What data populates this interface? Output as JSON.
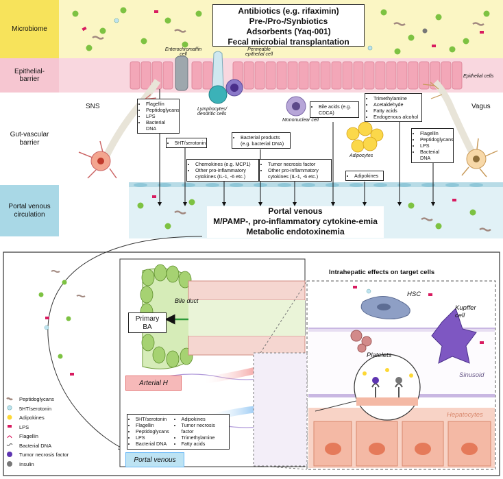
{
  "rows": {
    "microbiome": "Microbiome",
    "epithelial": "Epithelial-\nbarrier",
    "gut_vascular": "Gut-vascular\nbarrier",
    "portal": "Portal venous\ncirculation"
  },
  "top_box": {
    "line1": "Antibiotics (e.g. rifaximin)",
    "line2": "Pre-/Pro-/Synbiotics",
    "line3": "Adsorbents (Yaq-001)",
    "line4": "Fecal microbial transplantation"
  },
  "cell_labels": {
    "enterochromaffin": "Enterochromaffin cell",
    "permeable": "Permeable epithelial cell",
    "epithelial_cells": "Epithelial cells",
    "lymphocytes": "Lymphocytes/ dendritic cells",
    "mononuclear": "Mononuclear cell",
    "adipocytes": "Adipocytes",
    "sns": "SNS",
    "vagus": "Vagus"
  },
  "boxes": {
    "left_pamps": [
      "Flagellin",
      "Peptidoglycans",
      "LPS",
      "Bacterial DNA"
    ],
    "serotonin": "5HT/serotonin",
    "bacterial_products": "Bacterial products (e.g. bacterial DNA)",
    "chemokines": [
      "Chemokines (e.g. MCP1)",
      "Other pro-inflammatory cytokines (IL-1, -6 etc.)"
    ],
    "tnf": [
      "Tumor necrosis factor",
      "Other pro-inflammatory cytokines (IL-1, -6 etc.)"
    ],
    "bile_acids": "Bile acids (e.g. CDCA)",
    "metabolites": [
      "Trimethylamine",
      "Acetaldehyde",
      "Fatty acids",
      "Endogenous alcohol"
    ],
    "adipokines": "Adipokines",
    "right_pamps": [
      "Flagellin",
      "Peptidoglycans",
      "LPS",
      "Bacterial DNA"
    ]
  },
  "portal_box": {
    "line1": "Portal venous",
    "line2": "M/PAMP-, pro-inflammatory cytokine-emia",
    "line3": "Metabolic endotoxinemia"
  },
  "liver": {
    "bile_duct": "Bile duct",
    "primary_ba": "Primary BA",
    "arterial_h": "Arterial H",
    "portal_venous": "Portal venous",
    "intrahepatic_title": "Intrahepatic effects on target cells",
    "hsc": "HSC",
    "kupffer": "Kupffer cell",
    "platelets": "Platelets",
    "sinusoid": "Sinusoid",
    "hepatocytes": "Hepatocytes",
    "list_left": [
      "5HT/serotonin",
      "Flagellin",
      "Peptidoglycans",
      "LPS",
      "Bacterial DNA"
    ],
    "list_right": [
      "Adipokines",
      "Tumor necrosis factor",
      "Trimethylamine",
      "Fatty acids"
    ]
  },
  "legend": [
    {
      "icon": "peptidoglycans-icon",
      "label": "Peptidoglycans"
    },
    {
      "icon": "serotonin-icon",
      "label": "5HT/serotonin"
    },
    {
      "icon": "adipokines-icon",
      "label": "Adipokines"
    },
    {
      "icon": "lps-icon",
      "label": "LPS"
    },
    {
      "icon": "flagellin-icon",
      "label": "Flagellin"
    },
    {
      "icon": "bacterial-dna-icon",
      "label": "Bacterial DNA"
    },
    {
      "icon": "tnf-icon",
      "label": "Tumor necrosis factor"
    },
    {
      "icon": "insulin-icon",
      "label": "Insulin"
    }
  ],
  "colors": {
    "microbiome_bg": "#fbf6c4",
    "microbiome_label": "#f7e35b",
    "epithelial_bg": "#f9d7df",
    "portal_label": "#a9d8e6",
    "bacteria": "#7dc242",
    "lps": "#d81b60",
    "arterial": "#e53935",
    "portal_arrow": "#1e88e5"
  }
}
